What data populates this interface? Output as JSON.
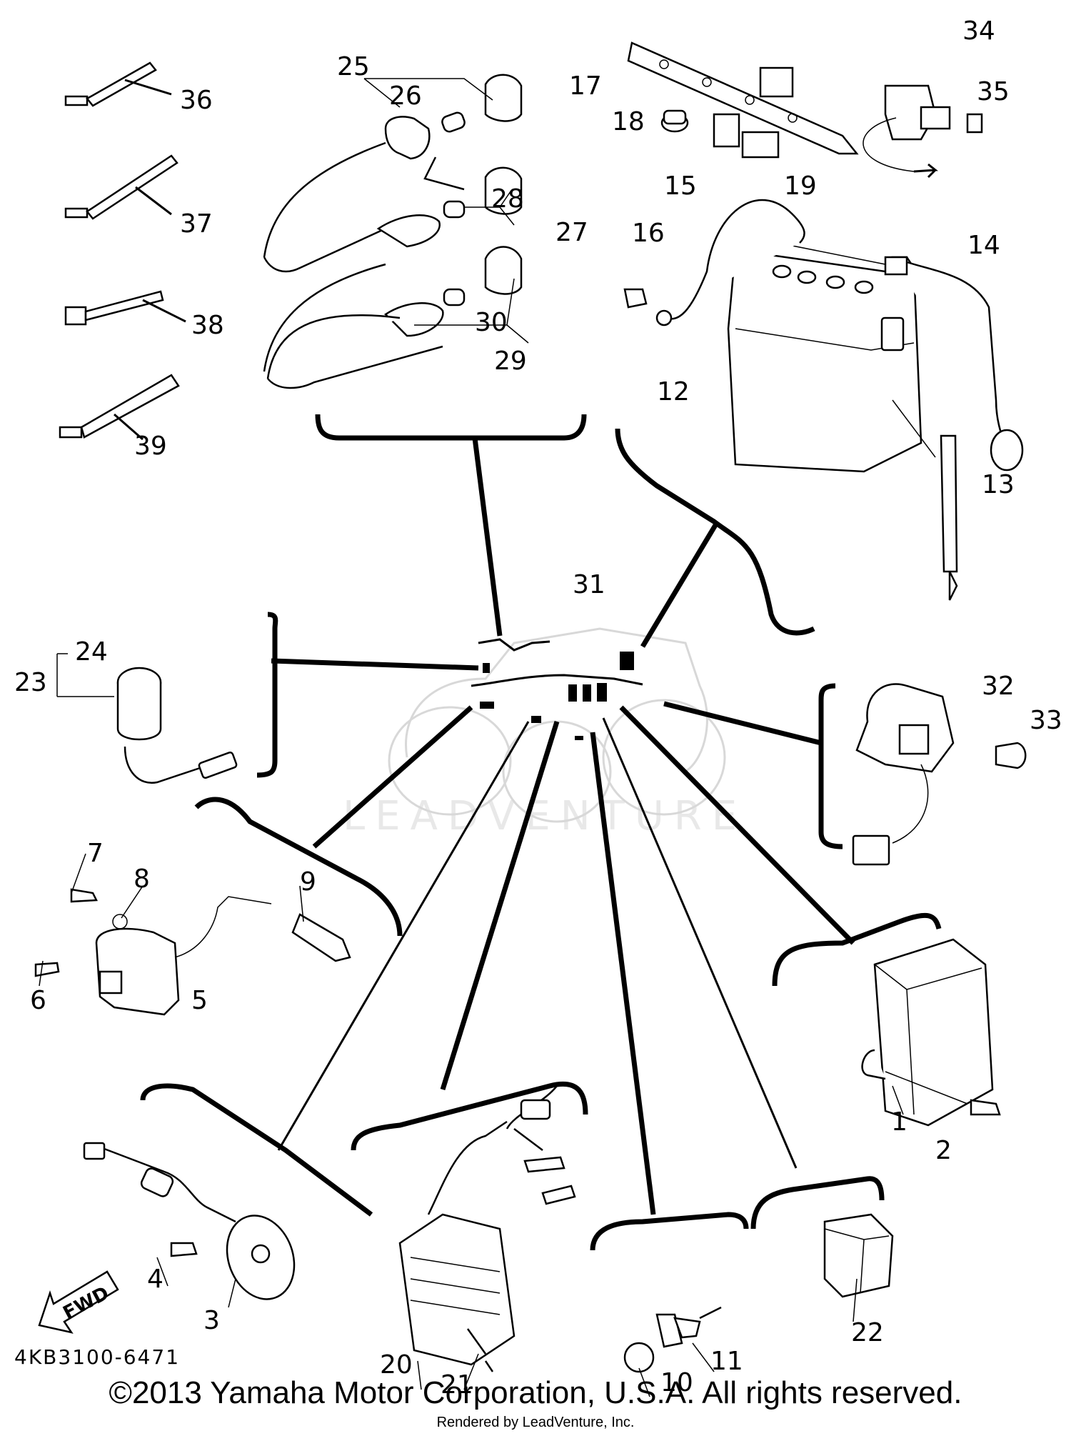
{
  "diagram": {
    "callouts": [
      {
        "n": "1"
      },
      {
        "n": "2"
      },
      {
        "n": "3"
      },
      {
        "n": "4"
      },
      {
        "n": "5"
      },
      {
        "n": "6"
      },
      {
        "n": "7"
      },
      {
        "n": "8"
      },
      {
        "n": "9"
      },
      {
        "n": "10"
      },
      {
        "n": "11"
      },
      {
        "n": "12"
      },
      {
        "n": "13"
      },
      {
        "n": "14"
      },
      {
        "n": "15"
      },
      {
        "n": "16"
      },
      {
        "n": "17"
      },
      {
        "n": "18"
      },
      {
        "n": "19"
      },
      {
        "n": "20"
      },
      {
        "n": "21"
      },
      {
        "n": "22"
      },
      {
        "n": "23"
      },
      {
        "n": "24"
      },
      {
        "n": "25"
      },
      {
        "n": "26"
      },
      {
        "n": "27"
      },
      {
        "n": "28"
      },
      {
        "n": "29"
      },
      {
        "n": "30"
      },
      {
        "n": "31"
      },
      {
        "n": "32"
      },
      {
        "n": "33"
      },
      {
        "n": "34"
      },
      {
        "n": "35"
      },
      {
        "n": "36"
      },
      {
        "n": "37"
      },
      {
        "n": "38"
      },
      {
        "n": "39"
      }
    ],
    "fwd_label": "FWD",
    "drawing_code": "4KB3100-6471",
    "watermark": "LEADVENTURE"
  },
  "footer": {
    "copyright": "©2013 Yamaha Motor Corporation, U.S.A. All rights reserved.",
    "rendered_by": "Rendered by LeadVenture, Inc."
  }
}
